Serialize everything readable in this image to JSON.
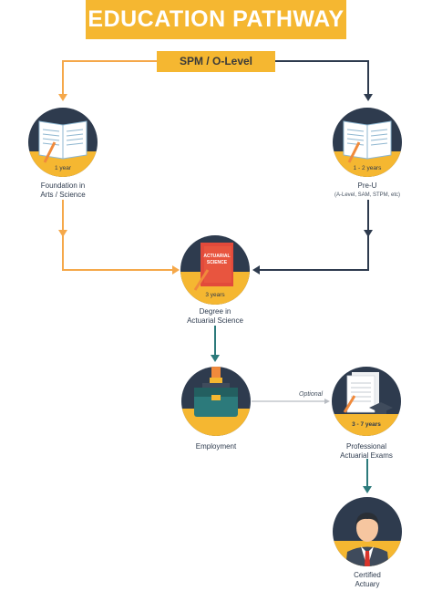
{
  "title": "EDUCATION PATHWAY",
  "start": "SPM / O-Level",
  "nodes": {
    "foundation": {
      "label_line1": "Foundation in",
      "label_line2": "Arts / Science",
      "duration": "1 year"
    },
    "preu": {
      "label_line1": "Pre-U",
      "label_line2": "(A-Level, SAM, STPM, etc)",
      "duration": "1 - 2 years"
    },
    "degree": {
      "label_line1": "Degree in",
      "label_line2": "Actuarial Science",
      "duration": "3 years",
      "book_text_1": "ACTUARIAL",
      "book_text_2": "SCIENCE"
    },
    "employment": {
      "label": "Employment"
    },
    "exams": {
      "label_line1": "Professional",
      "label_line2": "Actuarial Exams",
      "duration": "3 - 7 years"
    },
    "certified": {
      "label_line1": "Certified",
      "label_line2": "Actuary"
    }
  },
  "edge_labels": {
    "optional": "Optional"
  },
  "colors": {
    "orange": "#f5b731",
    "navy": "#2e3b4e",
    "teal": "#2c7a7b",
    "light_orange": "#f5a84a"
  }
}
